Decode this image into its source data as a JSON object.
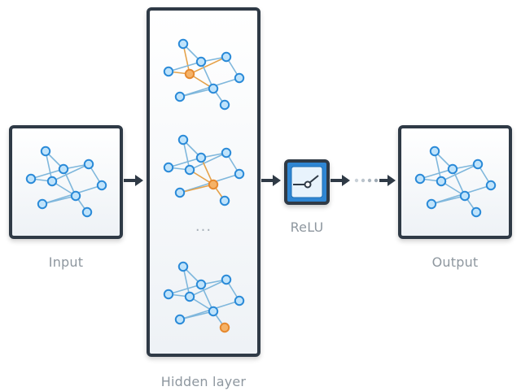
{
  "labels": {
    "input": "Input",
    "hidden": "Hidden layer",
    "activation": "ReLU",
    "output": "Output",
    "ellipsis": "..."
  },
  "colors": {
    "node_fill": "#bfe3fb",
    "node_stroke": "#2a8ad8",
    "edge": "#7fb7dc",
    "highlight_fill": "#f5b267",
    "highlight_stroke": "#e6892f",
    "highlight_edge": "#e5a24a",
    "frame": "#2f3a46",
    "relu_fill": "#2f86d3",
    "caption": "#8e979f"
  },
  "graph": {
    "edges": [
      [
        0,
        2
      ],
      [
        0,
        4
      ],
      [
        1,
        2
      ],
      [
        1,
        4
      ],
      [
        2,
        3
      ],
      [
        3,
        4
      ],
      [
        3,
        5
      ],
      [
        2,
        6
      ],
      [
        4,
        6
      ],
      [
        5,
        7
      ],
      [
        6,
        7
      ],
      [
        6,
        8
      ],
      [
        7,
        9
      ]
    ],
    "highlights": {
      "input": [],
      "hidden_top": [
        4
      ],
      "hidden_middle": [
        6
      ],
      "hidden_bottom": [
        9
      ],
      "output": []
    }
  }
}
